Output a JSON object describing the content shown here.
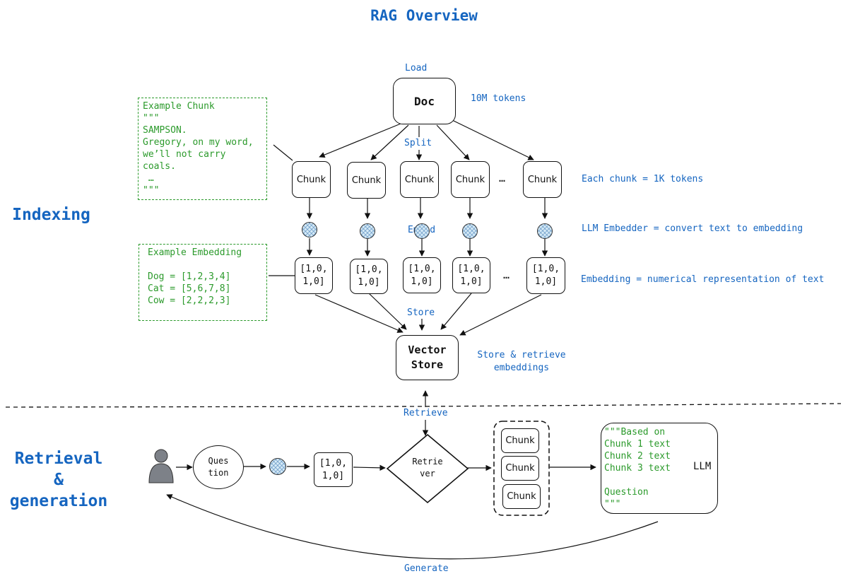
{
  "title": "RAG Overview",
  "sections": {
    "indexing": "Indexing",
    "retrieval": "Retrieval\n&\ngeneration"
  },
  "step_labels": {
    "load": "Load",
    "split": "Split",
    "embed": "Embed",
    "store": "Store",
    "retrieve": "Retrieve",
    "generate": "Generate"
  },
  "annotations": {
    "doc_tokens": "10M tokens",
    "chunk_tokens": "Each chunk = 1K tokens",
    "embedder": "LLM Embedder = convert text to embedding",
    "embedding_def": "Embedding = numerical representation of text",
    "store_desc": "Store & retrieve\nembeddings"
  },
  "nodes": {
    "doc": "Doc",
    "chunk": "Chunk",
    "vector": "[1,0,\n1,0]",
    "ellipsis": "…",
    "vector_store": "Vector\nStore",
    "question": "Ques\ntion",
    "retriever": "Retrie\nver",
    "llm": "LLM"
  },
  "example_chunk": "Example Chunk\n\"\"\"\nSAMPSON.\nGregory, on my word,\nwe’ll not carry\ncoals.\n …\n\"\"\"",
  "example_embedding": "Example Embedding\n\nDog = [1,2,3,4]\nCat = [5,6,7,8]\nCow = [2,2,2,3]",
  "prompt_text": "\"\"\"Based on\nChunk 1 text\nChunk 2 text\nChunk 3 text\n\nQuestion\n\"\"\"",
  "colors": {
    "label_blue": "#1565c0",
    "note_green": "#2b9a2b",
    "node_border": "#111111",
    "embed_dot": "#d6ebf7",
    "user_icon": "#7d8188"
  }
}
